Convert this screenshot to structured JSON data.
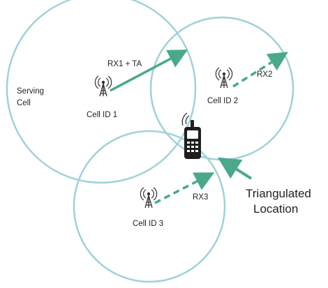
{
  "colors": {
    "circle": "#9fd2d8",
    "arrow": "#4aa88d",
    "tower": "#333333",
    "background": "#ffffff"
  },
  "labels": {
    "serving_line1": "Serving",
    "serving_line2": "Cell",
    "cell1": "Cell ID 1",
    "cell2": "Cell ID 2",
    "cell3": "Cell ID 3",
    "rx1": "RX1 + TA",
    "rx2": "RX2",
    "rx3": "RX3",
    "triangulated_line1": "Triangulated",
    "triangulated_line2": "Location"
  },
  "icons": {
    "tower": "cell-tower-icon",
    "phone": "mobile-phone-icon"
  }
}
